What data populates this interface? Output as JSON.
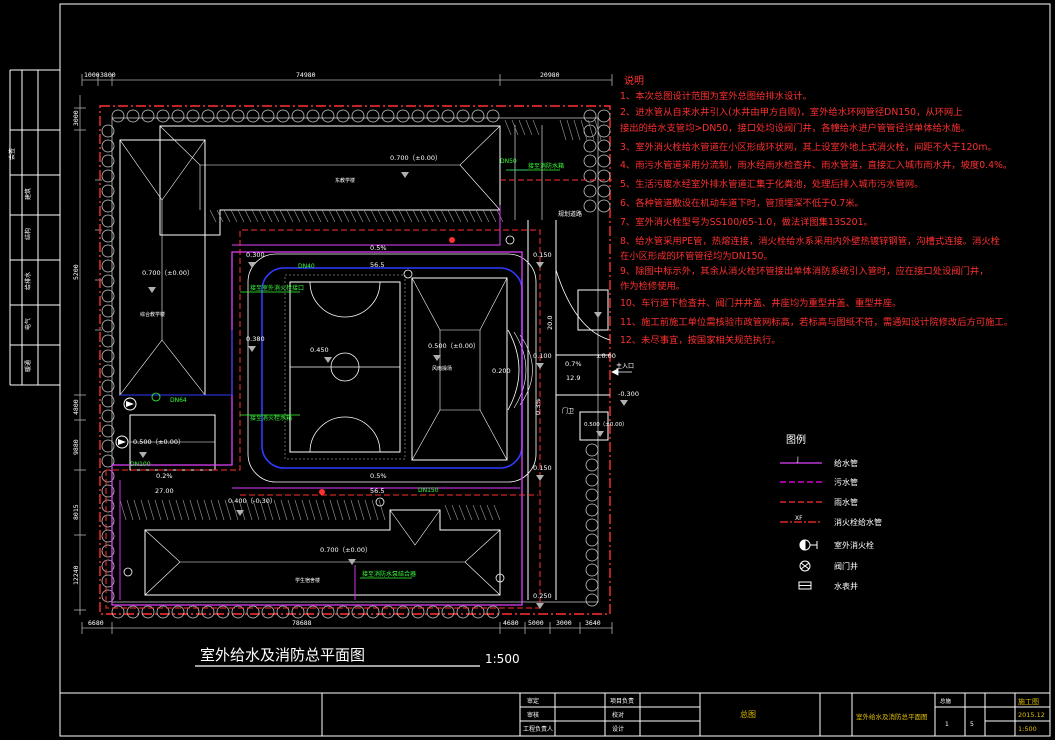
{
  "colors": {
    "background": "#000000",
    "frame": "#ffffff",
    "water_supply": "#e040fb",
    "sewage": "#ff00ff",
    "storm": "#ff3030",
    "fire_pipe": "#ff3030",
    "text_notes": "#ff3030",
    "green_text": "#39ff39",
    "blue_loop": "#2f3bff",
    "dim_gray": "#b0b0b0"
  },
  "drawing_title": "室外给水及消防总平面图",
  "scale": "1:500",
  "dimensions_top": [
    "1000",
    "3800",
    "74980",
    "20980"
  ],
  "dimensions_bottom": [
    "6680",
    "78688",
    "4680",
    "5000",
    "3000",
    "3640"
  ],
  "dimensions_left": [
    "3000",
    "5200",
    "4800",
    "9880",
    "8015",
    "12240"
  ],
  "plan_labels": {
    "north_building_elev": "0.700（±0.00）",
    "north_building_name": "东教学楼",
    "west_building_elev": "0.700（±0.00）",
    "west_building_name": "综合教学楼",
    "south_building_elev": "0.700（±0.00）",
    "south_building_name": "学生宿舍楼",
    "court_elev": "0.450",
    "hall_elev": "0.500（±0.00）",
    "hall_name": "风雨操场",
    "small_bldg_elev": "0.500（±0.00）",
    "gate_elev": "0.500（±0.00）",
    "south_mid_elev": "0.400（-0.30）",
    "pt_0300_a": "0.300",
    "pt_0380": "0.380",
    "pt_0150_a": "0.150",
    "pt_0150_b": "0.150",
    "pt_0100": "0.100",
    "pt_0250": "0.250",
    "pt_0200": "0.200",
    "pt_minus300": "-0.300",
    "pt_pm000": "±0.00",
    "slope_05a": "0.5%",
    "slope_05b": "0.5%",
    "slope_02": "0.2%",
    "slope_07": "0.7%",
    "slope_03": "0.3%",
    "len_565a": "56.5",
    "len_565b": "56.5",
    "len_2700": "27.00",
    "len_200": "20.0",
    "len_129": "12.9",
    "dn40": "DN40",
    "dn50": "DN50",
    "dn100": "DN100",
    "dn150": "DN150",
    "dn64": "DN64",
    "hydrant_a": "接至室外消火栓接口",
    "hydrant_b": "接至消火栓水箱",
    "hydrant_c": "接至消防水泵结合器",
    "hydrant_d": "接至消防水箱",
    "gate_label": "门卫",
    "entrance_label": "主入口",
    "road_label": "规划道路"
  },
  "notes_title": "说明",
  "notes": [
    "1、本次总图设计范围为室外总图给排水设计。",
    "2、进水管从自来水井引入(水井由甲方自购)，室外给水环网管径DN150，从环网上",
    "   接出的给水支管均>DN50，接口处均设阀门井，各幢给水进户管管径详单体给水施。",
    "3、室外消火栓给水管道在小区形成环状网，其上设室外地上式消火栓，间距不大于120m。",
    "4、雨污水管道采用分流制，雨水经雨水检查井、雨水管道，直接汇入城市雨水井，坡度0.4%。",
    "5、生活污废水经室外排水管道汇集于化粪池，处理后排入城市污水管网。",
    "6、各种管道敷设在机动车道下时，管顶埋深不低于0.7米。",
    "7、室外消火栓型号为SS100/65-1.0，做法详图集13S201。",
    "8、给水管采用PE管，热熔连接，消火栓给水系采用内外壁热镀锌钢管，沟槽式连接。消火栓",
    "   在小区形成的环管管径均为DN150。",
    "9、除图中标示外，其余从消火栓环管接出单体消防系统引入管时，应在接口处设阀门井，",
    "   作为检修使用。",
    "10、车行道下检查井、阀门井井盖、井座均为重型井盖、重型井座。",
    "11、施工前施工单位需核验市政管网标高，若标高与图纸不符，需通知设计院修改后方可施工。",
    "12、未尽事宜，按国家相关规范执行。"
  ],
  "legend_title": "图例",
  "legend": [
    {
      "code": "J",
      "label": "给水管"
    },
    {
      "code": "",
      "label": "污水管"
    },
    {
      "code": "",
      "label": "雨水管"
    },
    {
      "code": "XF",
      "label": "消火栓给水管"
    },
    {
      "code": "",
      "label": "室外消火栓"
    },
    {
      "code": "",
      "label": "阀门井"
    },
    {
      "code": "",
      "label": "水表井"
    }
  ],
  "title_block": {
    "project": "总图",
    "sheet_name": "室外给水及消防总平面图",
    "drawing_no": "总施",
    "stage": "施工图",
    "date": "2015.12",
    "scale": "1:500",
    "sheet": "1",
    "total": "5",
    "left_labels": [
      "审定",
      "审核",
      "工程负责人"
    ],
    "right_labels": [
      "项目负责",
      "校对",
      "设计"
    ]
  },
  "left_strip_labels": [
    "会签",
    "建筑",
    "结构",
    "给排水",
    "电气",
    "暖通"
  ]
}
